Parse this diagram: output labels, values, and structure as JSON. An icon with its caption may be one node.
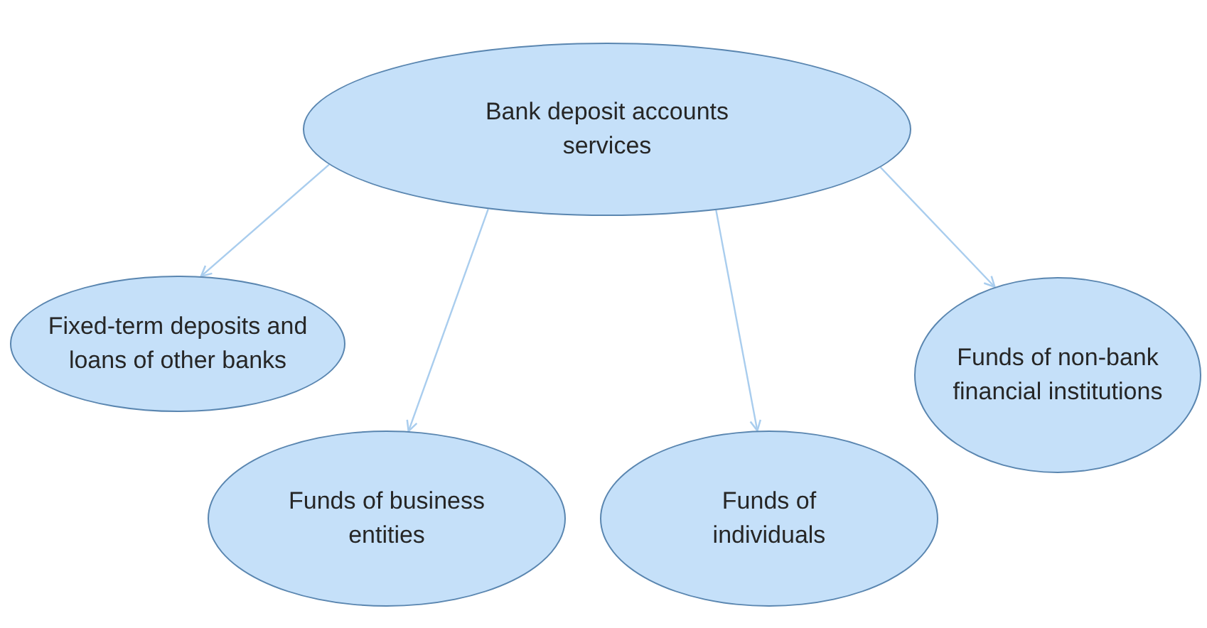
{
  "diagram": {
    "nodes": [
      {
        "text": [
          "Bank deposit accounts services"
        ]
      },
      {
        "text": [
          "Fixed-term deposits and loans of other banks"
        ]
      },
      {
        "text": [
          "Funds of business entities"
        ]
      },
      {
        "text": [
          "Funds of individuals"
        ]
      },
      {
        "text": [
          "Funds of non-bank financial institutions"
        ]
      }
    ],
    "edges": [
      {
        "from": 0,
        "to": 1,
        "arrow": "to"
      },
      {
        "from": 0,
        "to": 2,
        "arrow": "to"
      },
      {
        "from": 0,
        "to": 3,
        "arrow": "to"
      },
      {
        "from": 0,
        "to": 4,
        "arrow": "to"
      }
    ]
  }
}
